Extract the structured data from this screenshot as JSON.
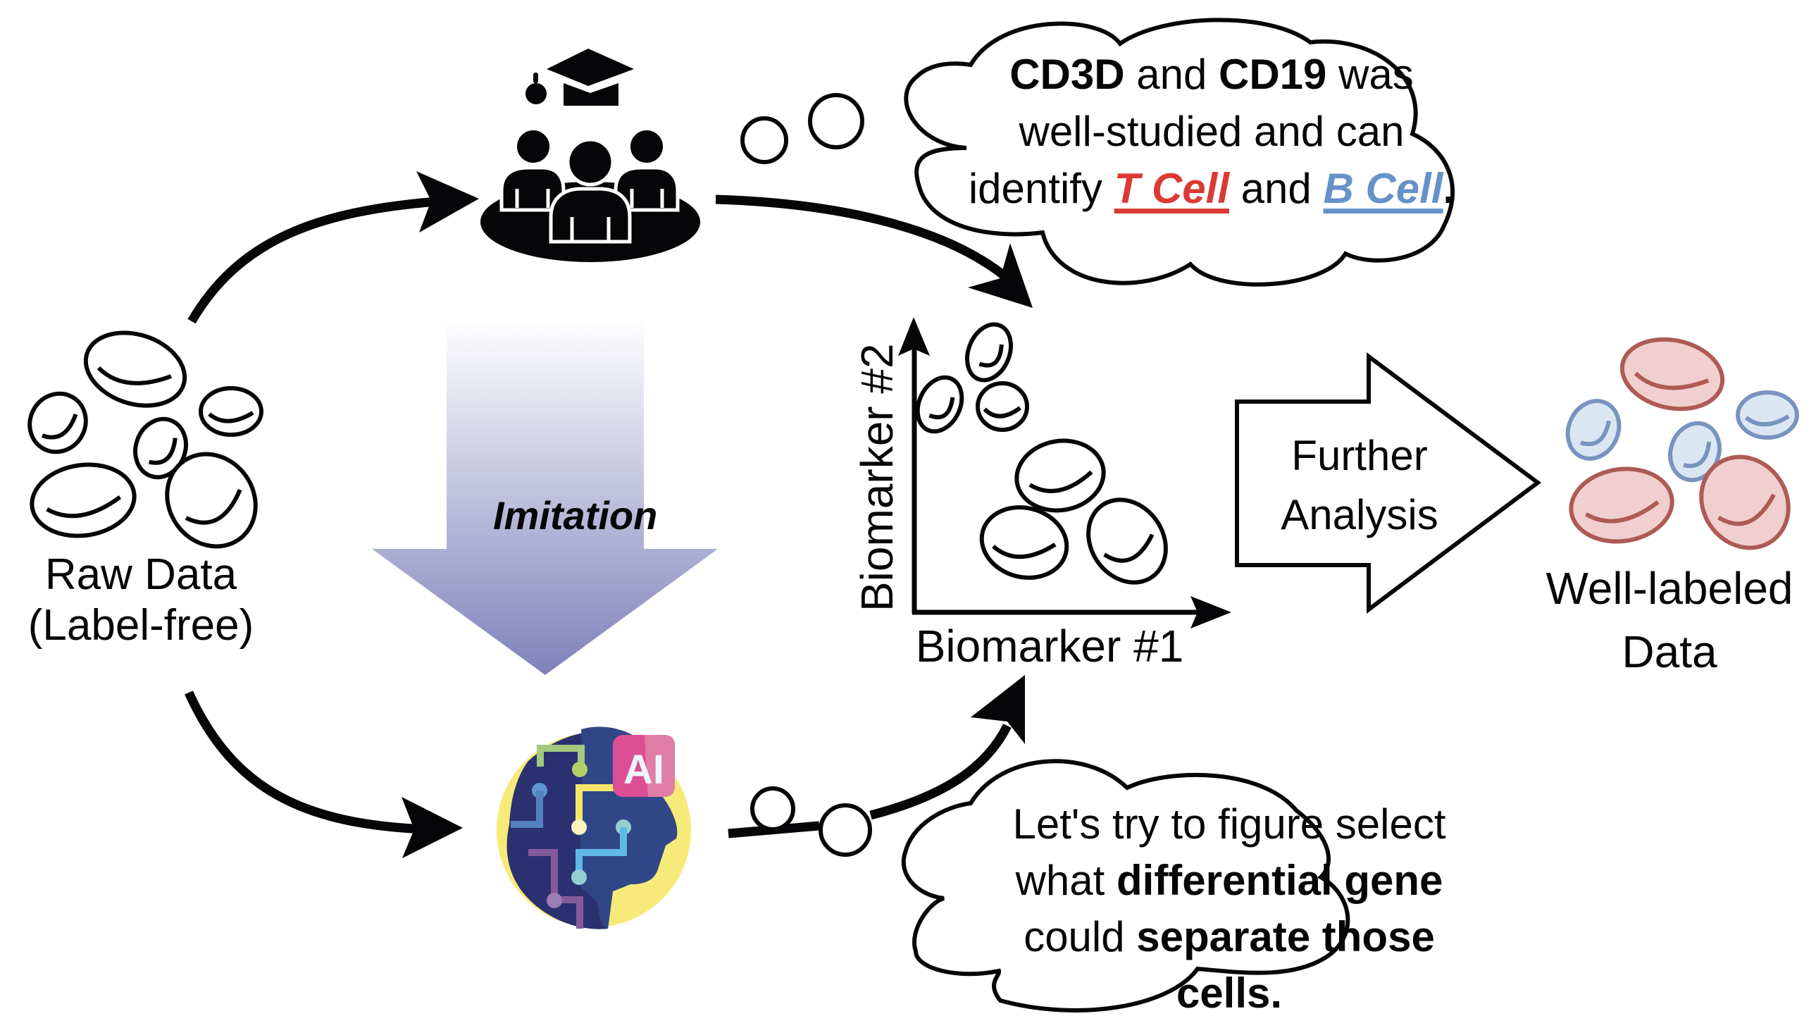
{
  "colors": {
    "t_cell": "#db3a34",
    "b_cell": "#6592c9",
    "red_cell_fill": "#f1cfcf",
    "red_cell_stroke": "#ae5a55",
    "blue_cell_fill": "#dae6f2",
    "blue_cell_stroke": "#7893bf",
    "imitation_arrow_top": "#ffffff",
    "imitation_arrow_bottom": "#7f82bb"
  },
  "raw_data": {
    "line1": "Raw Data",
    "line2": "(Label-free)"
  },
  "expert_icon": "teacher-students-graduation-cap-icon",
  "ai_icon": {
    "icon": "ai-head-circuit-icon",
    "badge": "AI"
  },
  "imitation_label": "Imitation",
  "expert_thought": {
    "bold1": "CD3D",
    "t1": " and ",
    "bold2": "CD19",
    "t2": " was well-studied and can identify ",
    "t_cell": "T Cell",
    "t3": " and ",
    "b_cell": "B Cell",
    "t4": "."
  },
  "ai_thought": {
    "t1": "Let's try to figure select what ",
    "bold1": "differential gene",
    "t2": " could ",
    "bold2": "separate those cells",
    "t3": "."
  },
  "scatter": {
    "x_label": "Biomarker #1",
    "y_label": "Biomarker #2"
  },
  "further_analysis": {
    "line1": "Further",
    "line2": "Analysis"
  },
  "well_labeled": {
    "line1": "Well-labeled",
    "line2": "Data"
  }
}
